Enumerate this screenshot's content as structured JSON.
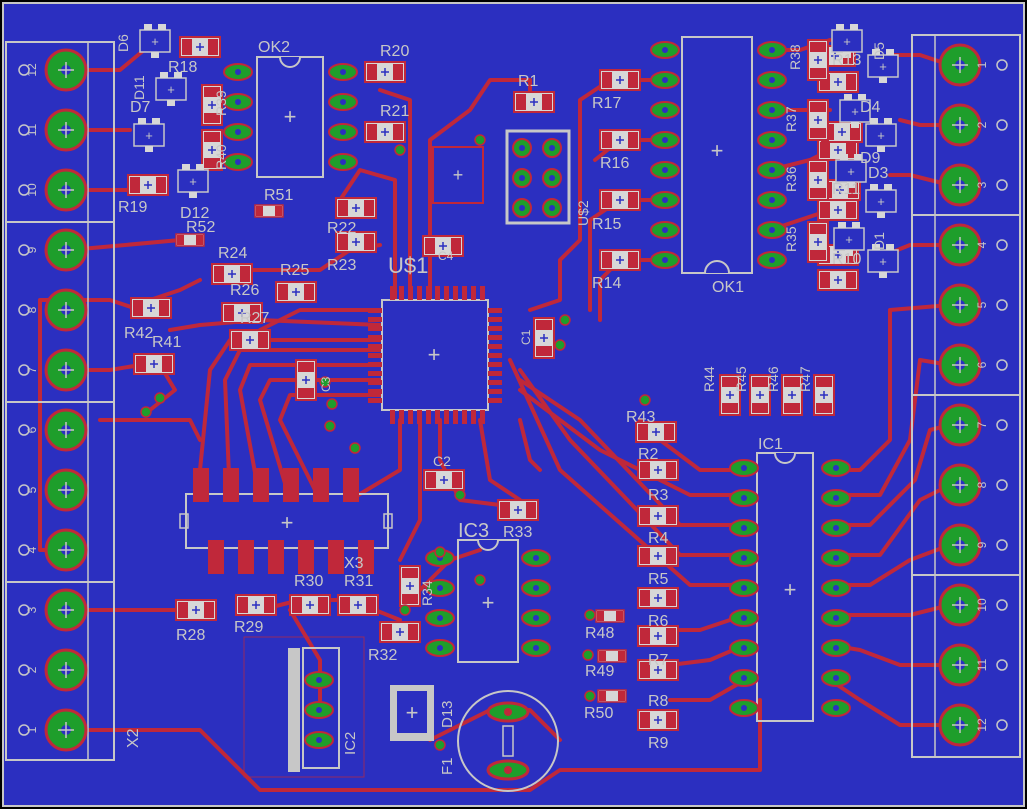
{
  "board": {
    "colors": {
      "background": "#000000",
      "copper": "#2b2fc0",
      "trace": "#c0283a",
      "pad": "#1e9e2b",
      "silk": "#c7c7c7",
      "part_fill": "#d7d7d7"
    },
    "labels": {
      "u1": "U$1",
      "ic1": "IC1",
      "ic2": "IC2",
      "ic3": "IC3",
      "ok1": "OK1",
      "ok2": "OK2",
      "x2": "X2",
      "x3": "X3",
      "u2": "U$2",
      "c1": "C1",
      "c2": "C2",
      "c3": "C3",
      "c4": "C4",
      "d13": "D13",
      "f1": "F1",
      "r1": "R1",
      "r2": "R2",
      "r3": "R3",
      "r4": "R4",
      "r5": "R5",
      "r6": "R6",
      "r7": "R7",
      "r8": "R8",
      "r9": "R9",
      "r10": "R10",
      "r11": "R11",
      "r13": "R13",
      "r14": "R14",
      "r15": "R15",
      "r16": "R16",
      "r17": "R17",
      "r18": "R18",
      "r19": "R19",
      "r20": "R20",
      "r21": "R21",
      "r22": "R22",
      "r23": "R23",
      "r24": "R24",
      "r25": "R25",
      "r26": "R26",
      "r27": "R27",
      "r28": "R28",
      "r29": "R29",
      "r30": "R30",
      "r31": "R31",
      "r32": "R32",
      "r33": "R33",
      "r34": "R34",
      "r35": "R35",
      "r36": "R36",
      "r37": "R37",
      "r38": "R38",
      "r39": "R39",
      "r40": "R40",
      "r41": "R41",
      "r42": "R42",
      "r43": "R43",
      "r44": "R44",
      "r45": "R45",
      "r46": "R46",
      "r47": "R47",
      "r48": "R48",
      "r49": "R49",
      "r50": "R50",
      "r51": "R51",
      "r52": "R52",
      "d1": "D1",
      "d3": "D3",
      "d4": "D4",
      "d5": "D5",
      "d6": "D6",
      "d7": "D7",
      "d11": "D11",
      "d12": "D12",
      "d9": "D9"
    },
    "left_terminals": [
      "12",
      "11",
      "10",
      "9",
      "8",
      "7",
      "6",
      "5",
      "4",
      "3",
      "2",
      "1"
    ],
    "right_terminals": [
      "1",
      "2",
      "3",
      "4",
      "5",
      "6",
      "7",
      "8",
      "9",
      "10",
      "11",
      "12"
    ]
  }
}
